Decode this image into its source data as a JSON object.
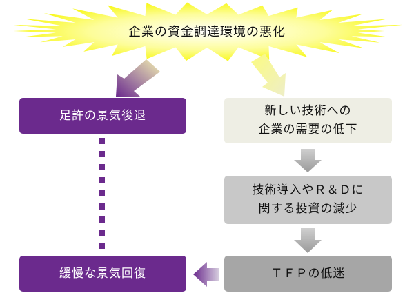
{
  "diagram": {
    "burst_label": "企業の資金調達環境の悪化",
    "recession": "足許の景気後退",
    "demand": [
      "新しい技術への",
      "企業の需要の低下"
    ],
    "invest": [
      "技術導入やＲ＆Ｄに",
      "関する投資の減少"
    ],
    "tfp": "ＴＦＰの低迷",
    "slow_recovery": "緩慢な景気回復",
    "colors": {
      "burst": "#fbfb00",
      "purple": "#6b2a8d",
      "grey_arrow": "#9a9a9a"
    }
  }
}
